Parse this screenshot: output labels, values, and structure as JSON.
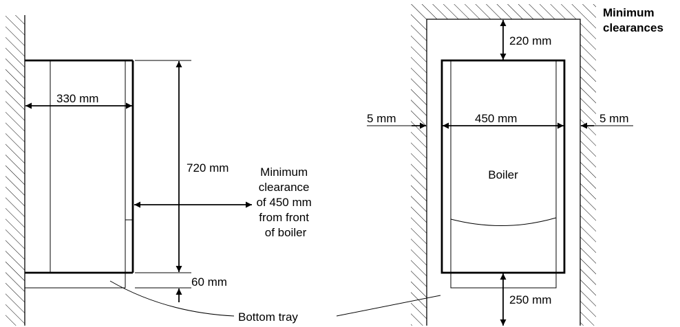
{
  "side_view": {
    "depth_label": "330 mm",
    "height_label": "720 mm",
    "tray_label": "60 mm",
    "front_clearance_lines": [
      "Minimum",
      "clearance",
      "of 450 mm",
      "from front",
      "of boiler"
    ]
  },
  "front_view": {
    "title_lines": [
      "Minimum",
      "clearances"
    ],
    "top_label": "220 mm",
    "width_label": "450 mm",
    "left_gap_label": "5 mm",
    "right_gap_label": "5 mm",
    "boiler_label": "Boiler",
    "bottom_label": "250 mm"
  },
  "bottom_tray_label": "Bottom tray"
}
